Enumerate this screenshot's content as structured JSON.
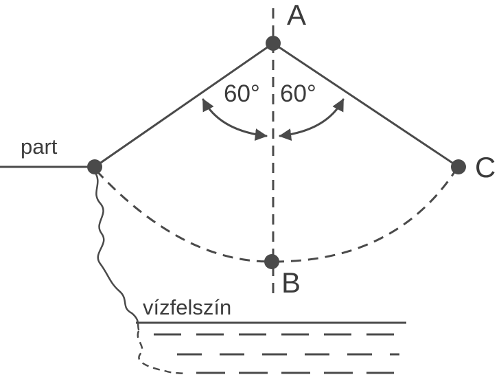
{
  "points": {
    "a": "A",
    "b": "B",
    "c": "C"
  },
  "angles": {
    "left": "60°",
    "right": "60°"
  },
  "labels": {
    "shore": "part",
    "water_surface": "vízfelszín"
  },
  "colors": {
    "line": "#4a4a4a",
    "text": "#3b3b3b",
    "background": "#ffffff"
  }
}
